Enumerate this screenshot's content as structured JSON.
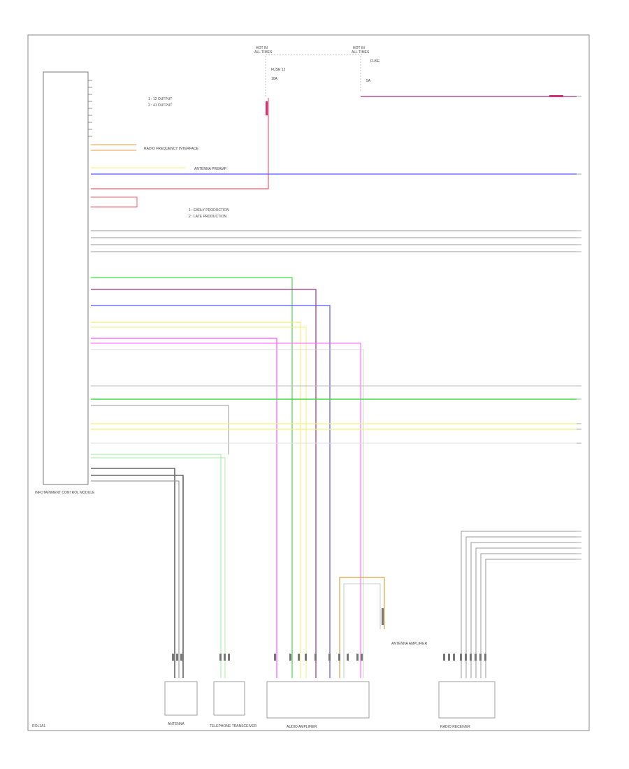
{
  "diagram": {
    "page_ref": "ROL1A1",
    "top_fuses": {
      "left": {
        "title": "HOT IN",
        "subtitle": "ALL TIMES",
        "fuse": "FUSE 12",
        "amp": "10A"
      },
      "right": {
        "title": "HOT IN",
        "subtitle": "ALL TIMES",
        "fuse": "FUSE",
        "amp": "5A"
      }
    },
    "legend_upper": [
      "1 : 12 OUTPUT",
      "2 : 41 OUTPUT"
    ],
    "legend_mid": [
      "1 : EARLY PRODUCTION",
      "2 : LATE PRODUCTION"
    ],
    "note_radio": "RADIO FREQUENCY INTERFACE",
    "note_antenna": "ANTENNA PREAMP",
    "modules": {
      "head": "INFOTAINMENT CONTROL MODULE",
      "antenna": "ANTENNA",
      "telephone": "TELEPHONE TRANSCEIVER",
      "amplifier": "AUDIO AMPLIFIER",
      "radio_receiver": "RADIO RECEIVER",
      "antenna_amp": "ANTENNA AMPLIFIER"
    },
    "wire_colors": {
      "red": "#ff5a6e",
      "blue": "#5555ff",
      "green": "#44dd44",
      "purple": "#a0307a",
      "magenta": "#ff55ff",
      "yellow": "#f0f07a",
      "light_green": "#aaf0aa",
      "gray": "#999999",
      "dark_gray": "#666666",
      "orange": "#e0a040",
      "pink_bar": "#cc3377"
    }
  }
}
